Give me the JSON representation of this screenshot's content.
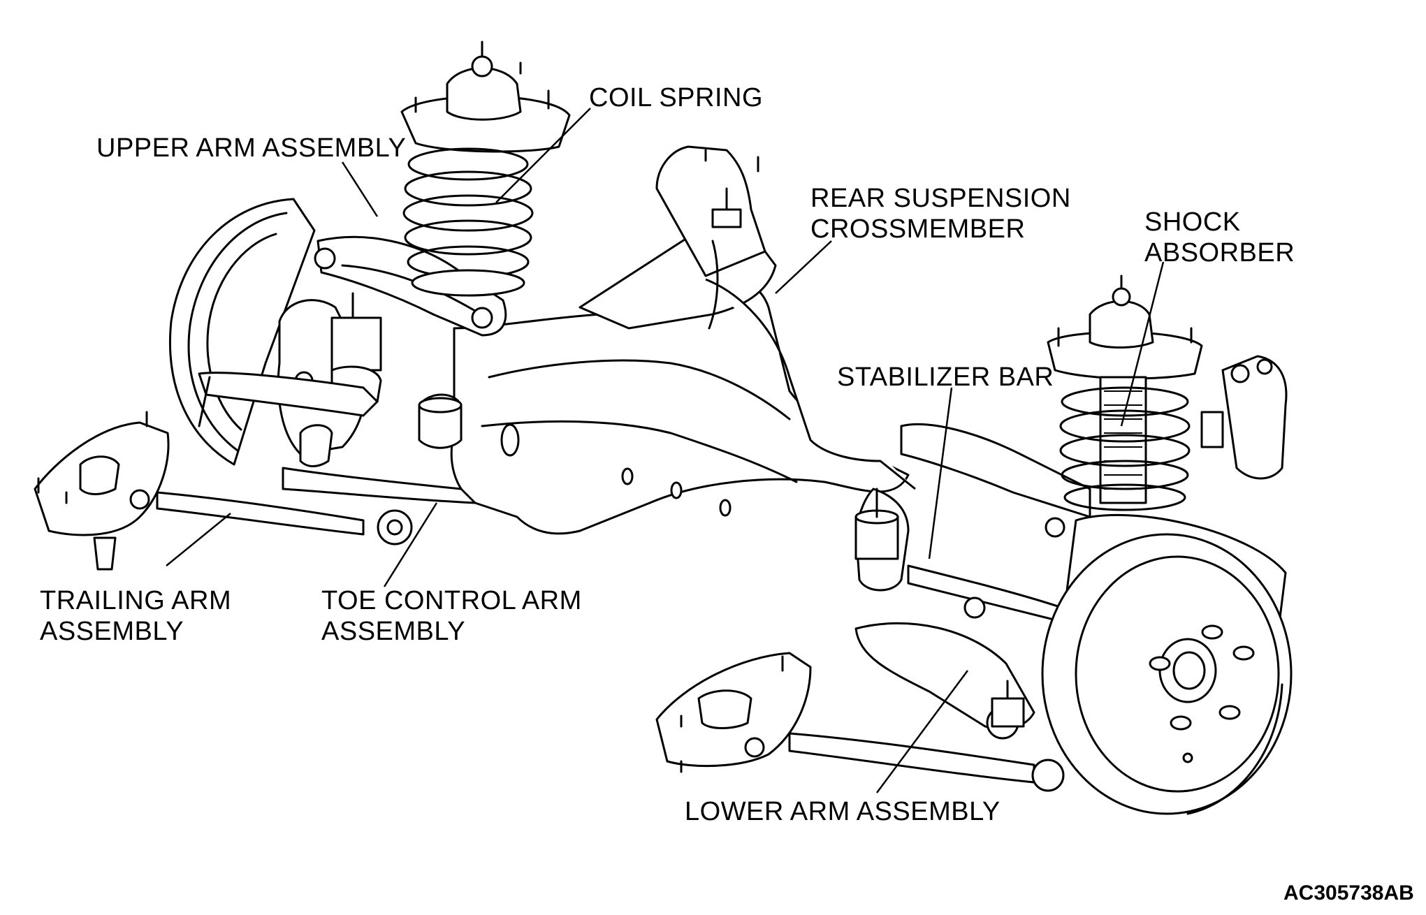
{
  "labels": {
    "coil_spring": "COIL SPRING",
    "upper_arm": "UPPER ARM ASSEMBLY",
    "crossmember_line1": "REAR SUSPENSION",
    "crossmember_line2": "CROSSMEMBER",
    "shock_line1": "SHOCK",
    "shock_line2": "ABSORBER",
    "stabilizer": "STABILIZER BAR",
    "trailing_line1": "TRAILING ARM",
    "trailing_line2": "ASSEMBLY",
    "toe_line1": "TOE CONTROL ARM",
    "toe_line2": "ASSEMBLY",
    "lower_arm": "LOWER ARM ASSEMBLY"
  },
  "figure_code": "AC305738AB"
}
